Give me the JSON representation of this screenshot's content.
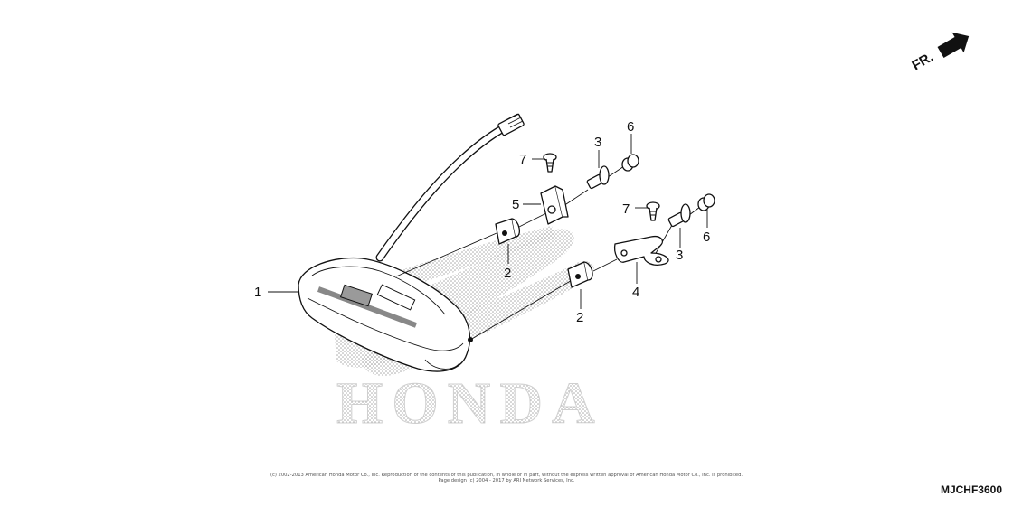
{
  "diagram": {
    "direction_label": "FR.",
    "callouts": [
      "1",
      "2",
      "2",
      "3",
      "3",
      "4",
      "5",
      "6",
      "6",
      "7",
      "7"
    ],
    "watermark": "HONDA",
    "copyright_line1": "(c) 2002-2013 American Honda Motor Co., Inc. Reproduction of the contents of this publication, in whole or in part, without the express written approval of American Honda Motor Co., Inc. is prohibited.",
    "copyright_line2": "Page design (c) 2004 - 2017 by ARI Network Services, Inc.",
    "figure_code": "MJCHF3600"
  }
}
